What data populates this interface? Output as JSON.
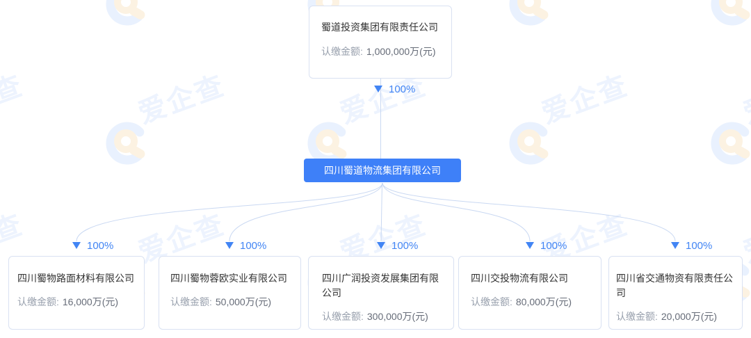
{
  "watermark": {
    "text": "爱企查"
  },
  "colors": {
    "hub_blue": "#3e80f8",
    "percent_blue": "#4285f4",
    "connector_line": "#c9d8f2",
    "card_border": "#d9e1f2",
    "watermark_ring_blue": "#e9f1fe",
    "watermark_orange": "#fcf2e2"
  },
  "root_company": {
    "name": "蜀道投资集团有限责任公司",
    "amount_label": "认缴金额:",
    "amount_value": "1,000,000万(元)"
  },
  "root_link": {
    "percent": "100%"
  },
  "parent_company": {
    "name": "四川蜀道物流集团有限公司"
  },
  "subsidiaries": [
    {
      "name": "四川蜀物路面材料有限公司",
      "amount_label": "认缴金额:",
      "amount_value": "16,000万(元)",
      "percent": "100%"
    },
    {
      "name": "四川蜀物蓉欧实业有限公司",
      "amount_label": "认缴金额:",
      "amount_value": "50,000万(元)",
      "percent": "100%"
    },
    {
      "name": "四川广润投资发展集团有限公司",
      "amount_label": "认缴金额:",
      "amount_value": "300,000万(元)",
      "percent": "100%"
    },
    {
      "name": "四川交投物流有限公司",
      "amount_label": "认缴金额:",
      "amount_value": "80,000万(元)",
      "percent": "100%"
    },
    {
      "name": "四川省交通物资有限责任公司",
      "amount_label": "认缴金额:",
      "amount_value": "20,000万(元)",
      "percent": "100%"
    }
  ]
}
